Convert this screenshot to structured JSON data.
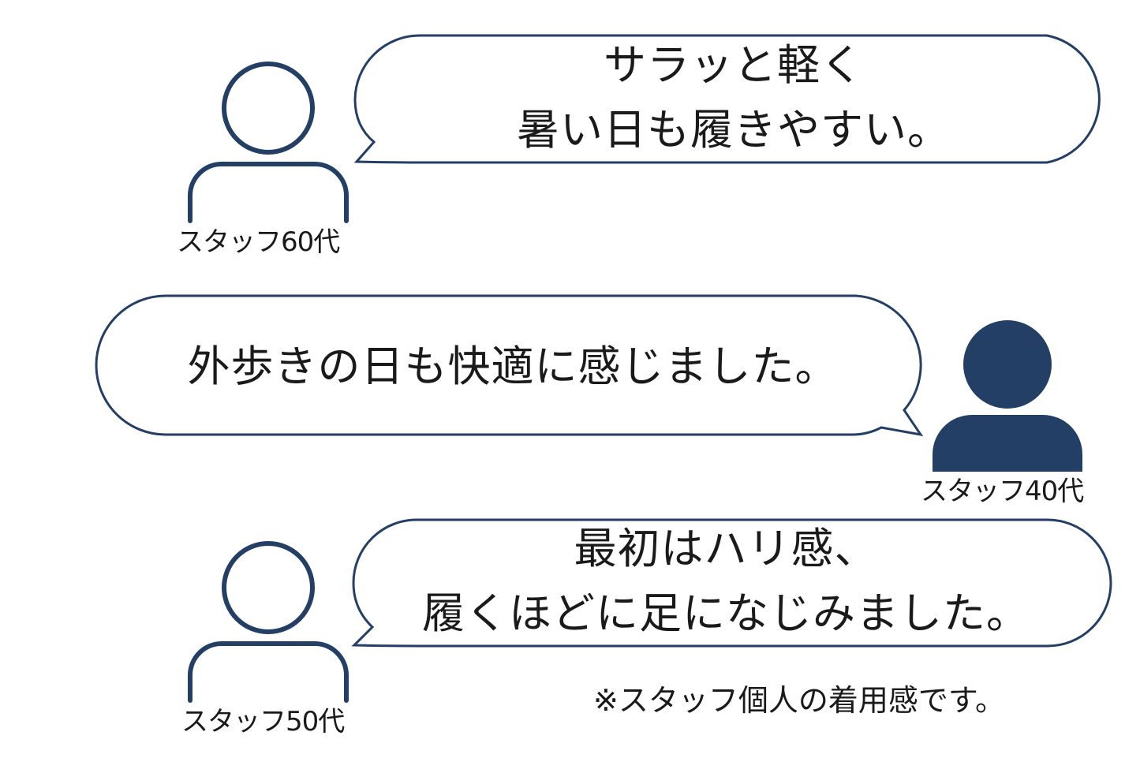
{
  "colors": {
    "navy": "#233f66",
    "text": "#1a1a1a",
    "background": "#ffffff"
  },
  "testimonials": [
    {
      "staff": "スタッフ60代",
      "avatar_icon": "user-outline-icon",
      "lines": [
        "サラッと軽く",
        "暑い日も履きやすい。"
      ]
    },
    {
      "staff": "スタッフ40代",
      "avatar_icon": "user-filled-icon",
      "lines": [
        "外歩きの日も快適に感じました。"
      ]
    },
    {
      "staff": "スタッフ50代",
      "avatar_icon": "user-outline-icon",
      "lines": [
        "最初はハリ感、",
        "履くほどに足になじみました。"
      ]
    }
  ],
  "note": "※スタッフ個人の着用感です。"
}
